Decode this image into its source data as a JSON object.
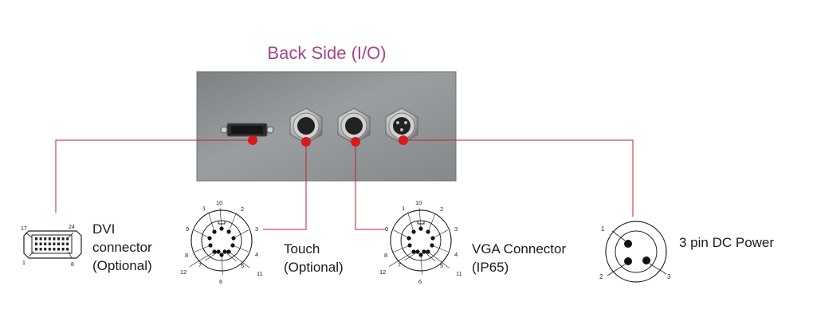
{
  "title": "Back Side (I/O)",
  "colors": {
    "title": "#a3478a",
    "connector_line": "#c0222c",
    "panel": "#8f9294"
  },
  "labels": {
    "dvi": [
      "DVI",
      "connector",
      "(Optional)"
    ],
    "touch": [
      "Touch",
      "(Optional)"
    ],
    "vga": [
      "VGA Connector",
      "(IP65)"
    ],
    "power": [
      "3 pin DC Power"
    ]
  },
  "dvi_pins": [
    "17",
    "24",
    "1",
    "8"
  ],
  "circular_12_pins": [
    "10",
    "1",
    "2",
    "9",
    "3",
    "8",
    "4",
    "12",
    "7",
    "5",
    "11",
    "6"
  ],
  "power_pins": [
    "1",
    "2",
    "3"
  ],
  "icons": [
    "back-panel-photo",
    "dvi-connector-icon",
    "touch-connector-icon",
    "vga-connector-icon",
    "power-connector-icon"
  ]
}
